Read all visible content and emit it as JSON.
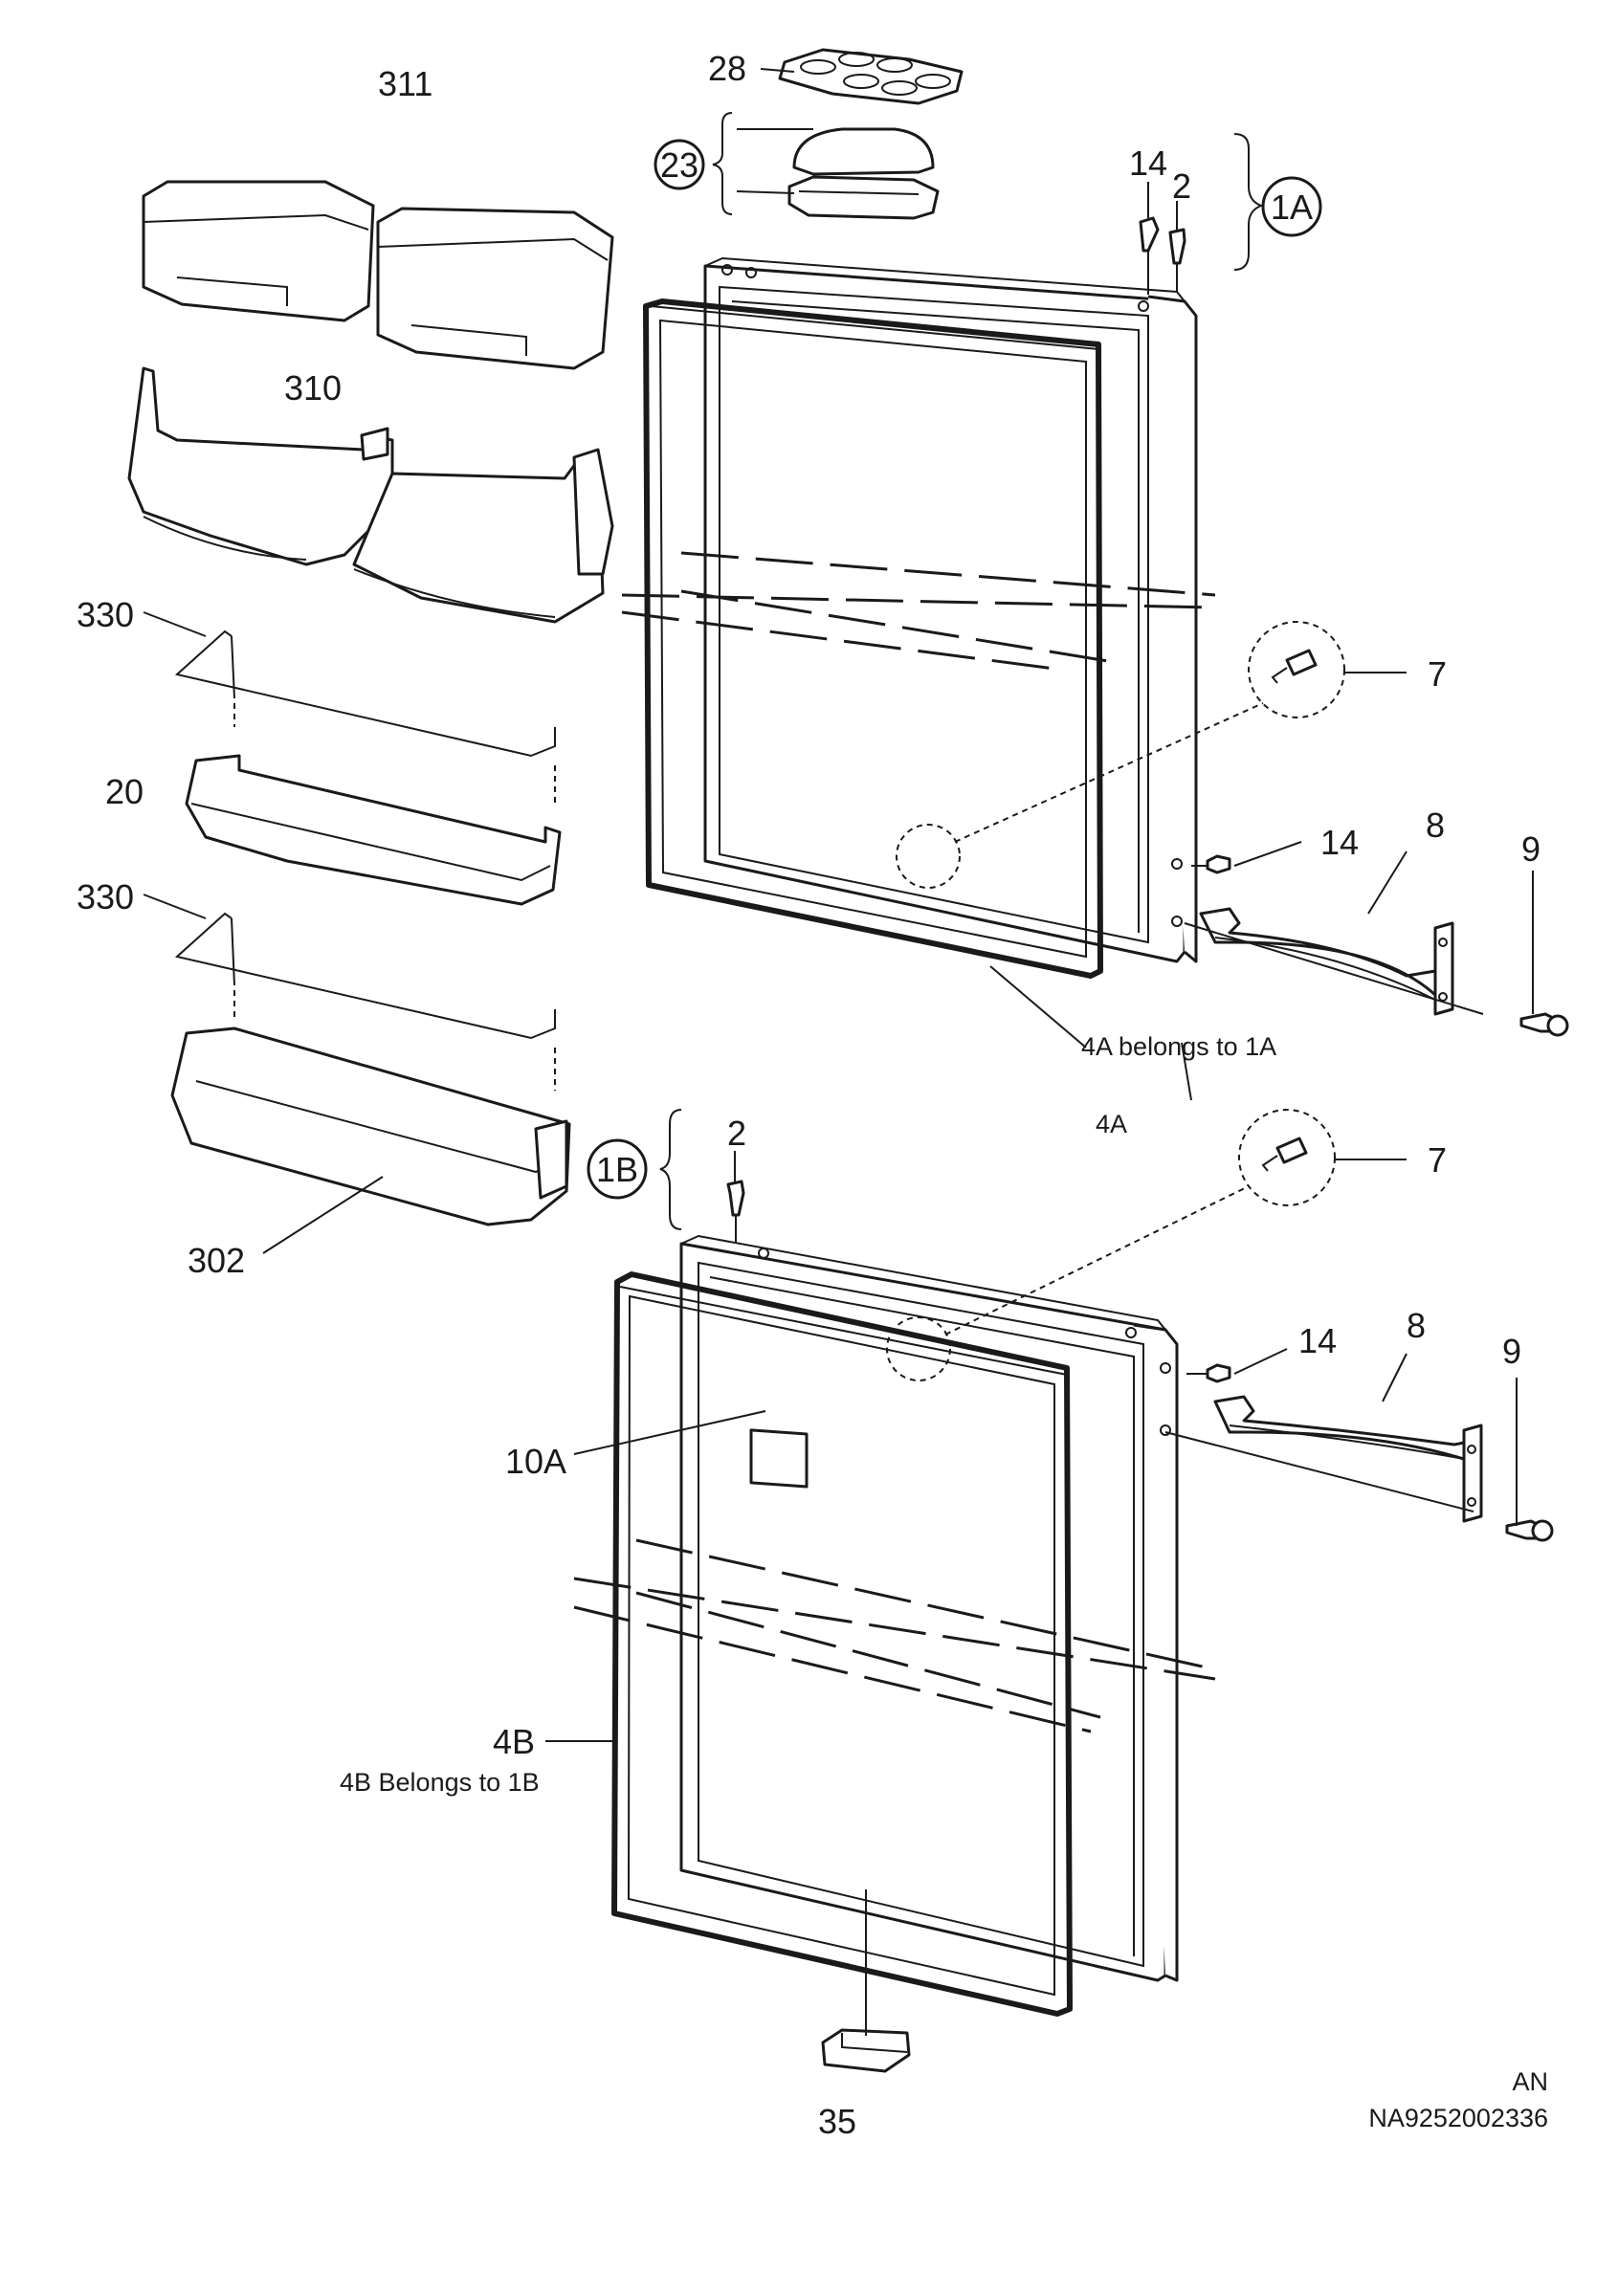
{
  "labels": {
    "l311": "311",
    "l310": "310",
    "l330a": "330",
    "l20": "20",
    "l330b": "330",
    "l302": "302",
    "l28": "28",
    "l23": "23",
    "l14a": "14",
    "l2a": "2",
    "l1A": "1A",
    "l7a": "7",
    "l14b": "14",
    "l8a": "8",
    "l9a": "9",
    "l4Anote": "4A belongs to 1A",
    "l4A": "4A",
    "l1B": "1B",
    "l2b": "2",
    "l7b": "7",
    "l14c": "14",
    "l8b": "8",
    "l9b": "9",
    "l10A": "10A",
    "l4B": "4B",
    "l4Bnote": "4B  Belongs to 1B",
    "l35": "35",
    "lAN": "AN",
    "lCode": "NA9252002336"
  }
}
